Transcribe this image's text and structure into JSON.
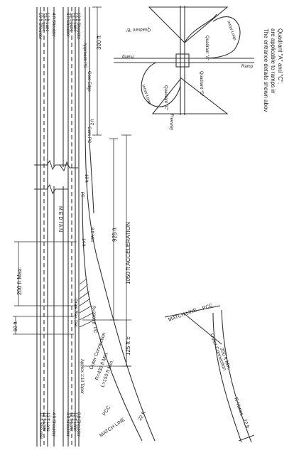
{
  "labels": {
    "approach": "Approach PC",
    "shoulder10": "10 ft Shoulder",
    "lane12a": "12 ft Lane",
    "lane12b": "12 ft Lane",
    "shoulder4": "4 ft Shoulder",
    "shoulder4b": "4 ft Shoulder",
    "lane12c": "12 ft Lane",
    "lane12d": "12 ft Lane",
    "shoulder10b": "10 ft Shoulder",
    "gore": "Gore Edge",
    "d300": "300 ft",
    "d2ft": "2 ft",
    "gore2": "Gore PC",
    "sw": "13 ft",
    "median": "M E D I A N",
    "pt": "PT",
    "d8": "8 ft Min",
    "d14": "14 ft",
    "d925": "925 ft",
    "accel": "1050 ft ACCELERATION",
    "d200": "200 ft Max.",
    "r2000": "R=2000 ft",
    "d50": "50 ft",
    "d125": "125 ft ±",
    "taper": "Approx 1:10 Taper",
    "outer": "Outer Connection",
    "r430": "R=430 ft Min.",
    "l150": "L=150 ft Min.",
    "pcc": "PCC",
    "matchLine": "MATCH LINE",
    "matchLine2": "MATCH LINE",
    "pcc2": "PCC",
    "outer2": "Outer Connection",
    "d200min": "200 ft Min.",
    "rvaries": "R-Varies",
    "d22": "22 ft",
    "d22b": "22 ft",
    "pc": "PC",
    "grate": "Grate Rev. Det.",
    "shoulderL": "10 ft Shoulder",
    "laneL1": "12 ft Lane",
    "laneL2": "12 ft Lane",
    "shoulderL2": "4 ft Shoulder",
    "shoulderL3": "4 ft Shoulder",
    "laneL3": "12 ft Lane",
    "laneL4": "12 ft Lane",
    "shoulderL4": "8 ft Shoulder",
    "qA": "Quadrant \"A\"",
    "qB": "Quadrant \"B\"",
    "qC": "Quadrant \"C\"",
    "qD": "Quadrant \"D\"",
    "loop1": "Inner Loop",
    "loop2": "Inner Loop",
    "ramp": "Ramp",
    "ramp2": "Ramp",
    "freeway": "Freeway"
  },
  "note": {
    "line1": "The entrance details shown abov",
    "line2": "are applicable to ramps in",
    "line3": "Quadrant \"A\" and \"C\"."
  }
}
